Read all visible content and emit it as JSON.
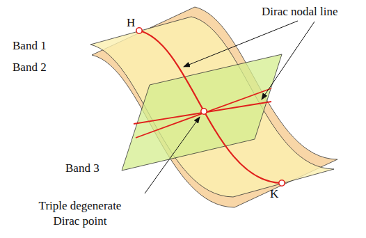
{
  "diagram": {
    "labels": [
      "Dirac nodal line",
      "H",
      "Band 1",
      "Band 2",
      "Band 3",
      "K",
      "Triple degenerate Dirac point"
    ]
  }
}
